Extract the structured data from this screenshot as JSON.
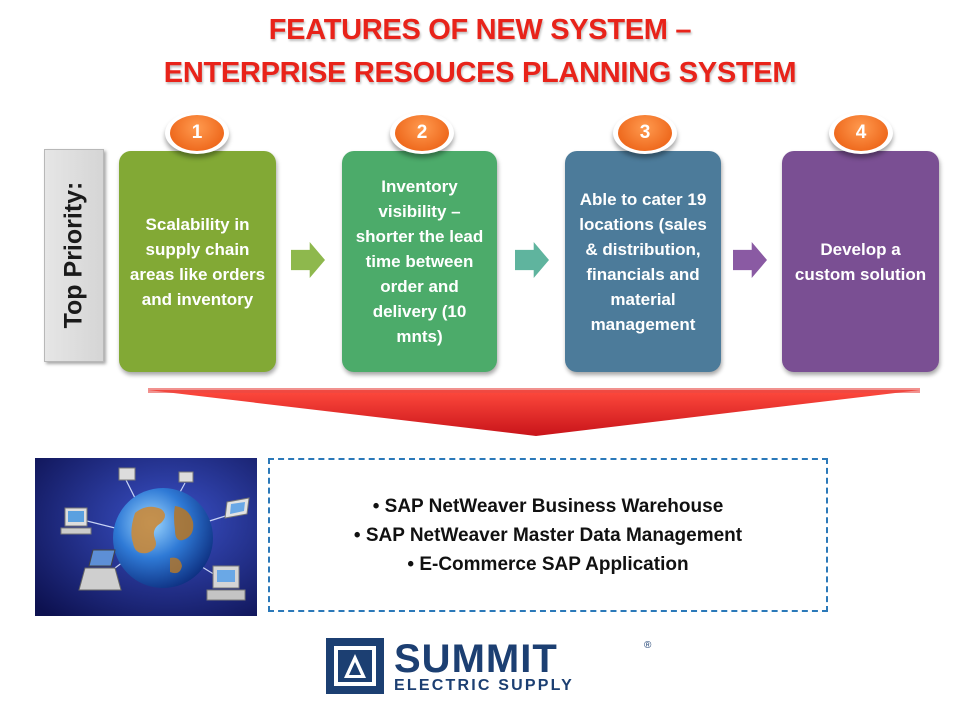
{
  "title": {
    "line1": "FEATURES OF NEW SYSTEM –",
    "line2": "ENTERPRISE RESOUCES PLANNING SYSTEM"
  },
  "priority_label": "Top Priority:",
  "steps": [
    {
      "number": "1",
      "text": "Scalability in supply chain areas like orders and inventory",
      "color": "#82a935"
    },
    {
      "number": "2",
      "text": "Inventory visibility – shorter the lead time between order and delivery (10 mnts)",
      "color": "#4cab6a"
    },
    {
      "number": "3",
      "text": "Able to cater 19 locations (sales & distribution, financials and material management",
      "color": "#4c7b9a"
    },
    {
      "number": "4",
      "text": "Develop a custom solution",
      "color": "#7a4f93"
    }
  ],
  "sap_items": [
    "• SAP NetWeaver Business Warehouse",
    "• SAP NetWeaver Master Data Management",
    "• E-Commerce SAP Application"
  ],
  "logo": {
    "name": "SUMMIT",
    "tagline": "ELECTRIC SUPPLY",
    "registered": "®"
  },
  "colors": {
    "title": "#e8231a",
    "badge": "#ef6b1f",
    "funnel": "#d61f1f",
    "sap_border": "#2b79b9",
    "logo": "#1c3f72"
  },
  "icons": [
    "globe-network-icon",
    "computer-icon",
    "laptop-icon",
    "summit-logo-icon"
  ]
}
